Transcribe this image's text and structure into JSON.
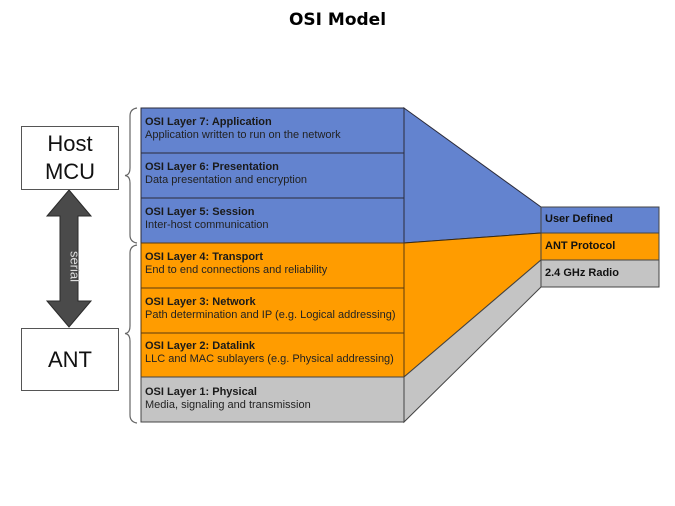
{
  "title": "OSI Model",
  "devices": {
    "host": {
      "line1": "Host",
      "line2": "MCU"
    },
    "ant": {
      "label": "ANT"
    },
    "link_label": "serial"
  },
  "osi_layers": [
    {
      "name": "OSI Layer 7: Application",
      "description": "Application written to run on the network",
      "group": "user"
    },
    {
      "name": "OSI Layer 6: Presentation",
      "description": "Data presentation and encryption",
      "group": "user"
    },
    {
      "name": "OSI Layer 5: Session",
      "description": "Inter-host communication",
      "group": "user"
    },
    {
      "name": "OSI Layer 4: Transport",
      "description": "End to end connections and reliability",
      "group": "ant"
    },
    {
      "name": "OSI Layer 3: Network",
      "description": "Path determination and IP (e.g. Logical addressing)",
      "group": "ant"
    },
    {
      "name": "OSI Layer 2: Datalink",
      "description": "LLC and MAC sublayers (e.g. Physical addressing)",
      "group": "ant"
    },
    {
      "name": "OSI Layer 1: Physical",
      "description": "Media, signaling and transmission",
      "group": "radio"
    }
  ],
  "ant_mapping": [
    {
      "label": "User Defined",
      "group": "user"
    },
    {
      "label": "ANT Protocol",
      "group": "ant"
    },
    {
      "label": "2.4 GHz Radio",
      "group": "radio"
    }
  ],
  "colors": {
    "user": "#6383cf",
    "ant": "#ff9c00",
    "radio": "#c4c4c4",
    "outline": "#2b2b3a",
    "arrow": "#4a4a4a"
  }
}
